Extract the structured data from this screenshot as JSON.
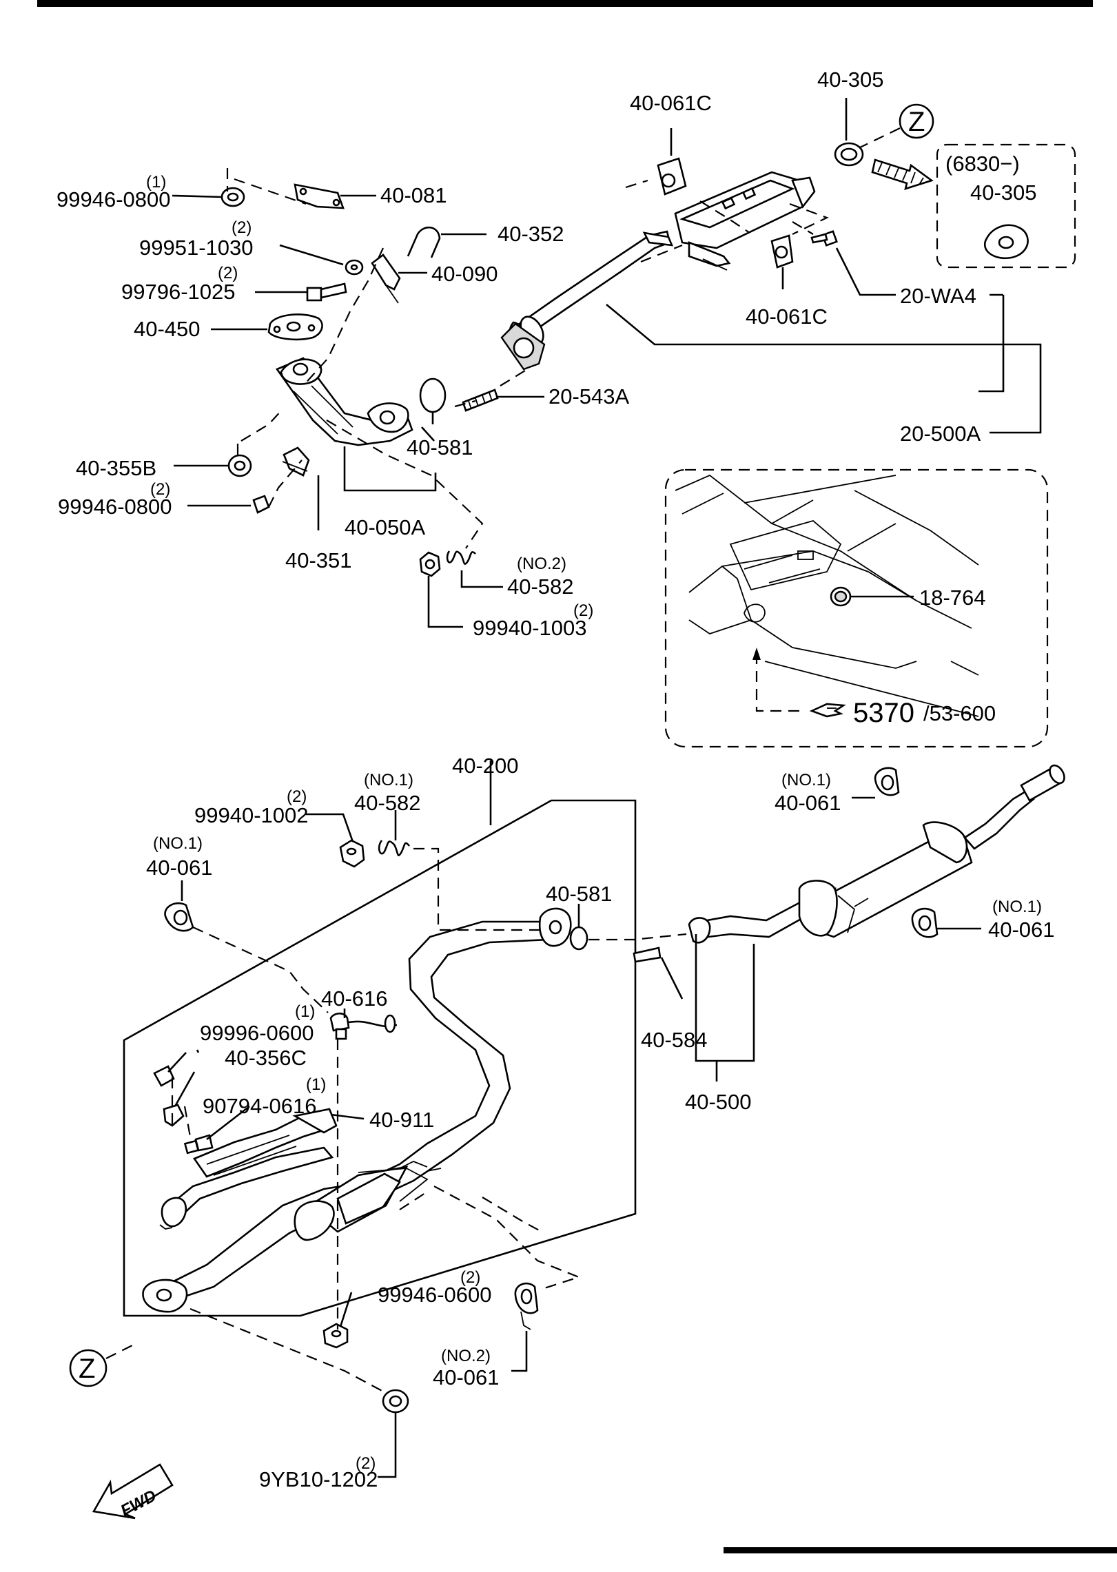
{
  "callouts": [
    {
      "id": "c1",
      "text": "40-061C"
    },
    {
      "id": "c2",
      "text": "40-305"
    },
    {
      "id": "c3",
      "text": "(6830−)"
    },
    {
      "id": "c4",
      "text": "40-305"
    },
    {
      "id": "c5",
      "text": "99946-0800",
      "qty": "(1)"
    },
    {
      "id": "c6",
      "text": "40-081"
    },
    {
      "id": "c7",
      "text": "99951-1030",
      "qty": "(2)"
    },
    {
      "id": "c8",
      "text": "40-352"
    },
    {
      "id": "c9",
      "text": "99796-1025",
      "qty": "(2)"
    },
    {
      "id": "c10",
      "text": "40-090"
    },
    {
      "id": "c11",
      "text": "40-450"
    },
    {
      "id": "c12",
      "text": "40-061C"
    },
    {
      "id": "c13",
      "text": "20-WA4"
    },
    {
      "id": "c14",
      "text": "20-543A"
    },
    {
      "id": "c15",
      "text": "40-581"
    },
    {
      "id": "c16",
      "text": "20-500A"
    },
    {
      "id": "c17",
      "text": "40-355B"
    },
    {
      "id": "c18",
      "text": "99946-0800",
      "qty": "(2)"
    },
    {
      "id": "c19",
      "text": "40-050A"
    },
    {
      "id": "c20",
      "text": "40-351"
    },
    {
      "id": "c21",
      "text": "40-582",
      "qty": "(NO.2)"
    },
    {
      "id": "c22",
      "text": "99940-1003",
      "qty": "(2)"
    },
    {
      "id": "c23",
      "text": "18-764"
    },
    {
      "id": "c24",
      "text": "5370"
    },
    {
      "id": "c25",
      "text": "/53-600"
    },
    {
      "id": "c26",
      "text": "40-200"
    },
    {
      "id": "c27",
      "text": "40-582",
      "qty": "(NO.1)"
    },
    {
      "id": "c28",
      "text": "99940-1002",
      "qty": "(2)"
    },
    {
      "id": "c29",
      "text": "40-061",
      "qty": "(NO.1)"
    },
    {
      "id": "c30",
      "text": "40-061",
      "qty": "(NO.1)"
    },
    {
      "id": "c31",
      "text": "40-581"
    },
    {
      "id": "c32",
      "text": "40-061",
      "qty": "(NO.1)"
    },
    {
      "id": "c33",
      "text": "40-616"
    },
    {
      "id": "c34",
      "text": "99996-0600",
      "qty": "(1)"
    },
    {
      "id": "c35",
      "text": "40-356C"
    },
    {
      "id": "c36",
      "text": "90794-0616",
      "qty": "(1)"
    },
    {
      "id": "c37",
      "text": "40-911"
    },
    {
      "id": "c38",
      "text": "40-584"
    },
    {
      "id": "c39",
      "text": "40-500"
    },
    {
      "id": "c40",
      "text": "99946-0600",
      "qty": "(2)"
    },
    {
      "id": "c41",
      "text": "40-061",
      "qty": "(NO.2)"
    },
    {
      "id": "c42",
      "text": "9YB10-1202",
      "qty": "(2)"
    }
  ],
  "markers": {
    "z_top": "Z",
    "z_bottom": "Z"
  },
  "fwd_label": "FWD"
}
